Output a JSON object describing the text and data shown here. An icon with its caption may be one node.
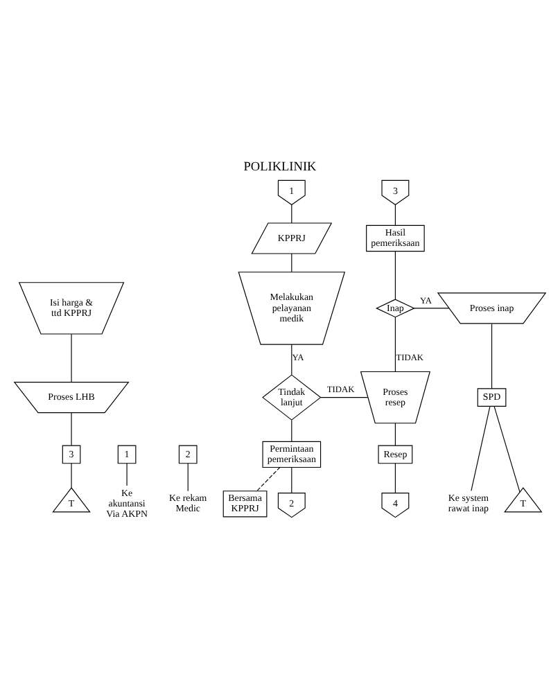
{
  "diagram": {
    "title": "POLIKLINIK",
    "nodes": [
      {
        "text": [
          "1"
        ]
      },
      {
        "text": [
          "3"
        ]
      },
      {
        "text": [
          "KPPRJ"
        ]
      },
      {
        "text": [
          "Hasil pemeriksaan"
        ]
      },
      {
        "text": [
          "Melakukan pelayanan medik"
        ]
      },
      {
        "text": [
          "Isi harga & ttd KPPRJ"
        ]
      },
      {
        "text": [
          "Inap"
        ]
      },
      {
        "text": [
          "Proses inap"
        ]
      },
      {
        "text": [
          "Tindak lanjut"
        ]
      },
      {
        "text": [
          "Proses LHB"
        ]
      },
      {
        "text": [
          "Proses resep"
        ]
      },
      {
        "text": [
          "SPD"
        ]
      },
      {
        "text": [
          "Resep"
        ]
      },
      {
        "text": [
          "3"
        ]
      },
      {
        "text": [
          "2"
        ]
      },
      {
        "text": [
          "1"
        ]
      },
      {
        "text": [
          "Permintaan pemeriksaan"
        ]
      },
      {
        "text": [
          "4"
        ]
      },
      {
        "text": [
          "Bersama KPPRJ"
        ]
      },
      {
        "text": [
          "Ke rekam Medic"
        ]
      },
      {
        "text": [
          "2"
        ]
      },
      {
        "text": [
          "Ke system rawat inap"
        ]
      },
      {
        "text": [
          "T"
        ]
      },
      {
        "text": [
          "Ke akuntansi Via AKPN"
        ]
      },
      {
        "text": [
          "T"
        ]
      }
    ],
    "edges": [
      {
        "from": 0,
        "to": 2,
        "arrow": "none"
      },
      {
        "from": 1,
        "to": 3,
        "arrow": "none"
      },
      {
        "from": 2,
        "to": 4,
        "arrow": "none"
      },
      {
        "from": 3,
        "to": 6,
        "arrow": "none"
      },
      {
        "from": 4,
        "to": 8,
        "arrow": "none",
        "label": "YA"
      },
      {
        "from": 6,
        "to": 7,
        "arrow": "none",
        "label": "YA"
      },
      {
        "from": 6,
        "to": 10,
        "arrow": "none",
        "label": "TIDAK"
      },
      {
        "from": 8,
        "to": 10,
        "arrow": "none",
        "label": "TIDAK"
      },
      {
        "from": 5,
        "to": 9,
        "arrow": "none"
      },
      {
        "from": 9,
        "to": 13,
        "arrow": "none"
      },
      {
        "from": 7,
        "to": 11,
        "arrow": "none"
      },
      {
        "from": 10,
        "to": 12,
        "arrow": "none"
      },
      {
        "from": 12,
        "to": 17,
        "arrow": "none"
      },
      {
        "from": 8,
        "to": 16,
        "arrow": "none"
      },
      {
        "from": 16,
        "to": 20,
        "arrow": "none"
      },
      {
        "from": 16,
        "to": 18,
        "arrow": "none",
        "style": "dashed"
      },
      {
        "from": 11,
        "to": 21,
        "arrow": "none"
      },
      {
        "from": 11,
        "to": 22,
        "arrow": "none"
      },
      {
        "from": 14,
        "to": 19,
        "arrow": "none"
      },
      {
        "from": 15,
        "to": 23,
        "arrow": "none"
      },
      {
        "from": 13,
        "to": 24,
        "arrow": "none"
      }
    ]
  }
}
